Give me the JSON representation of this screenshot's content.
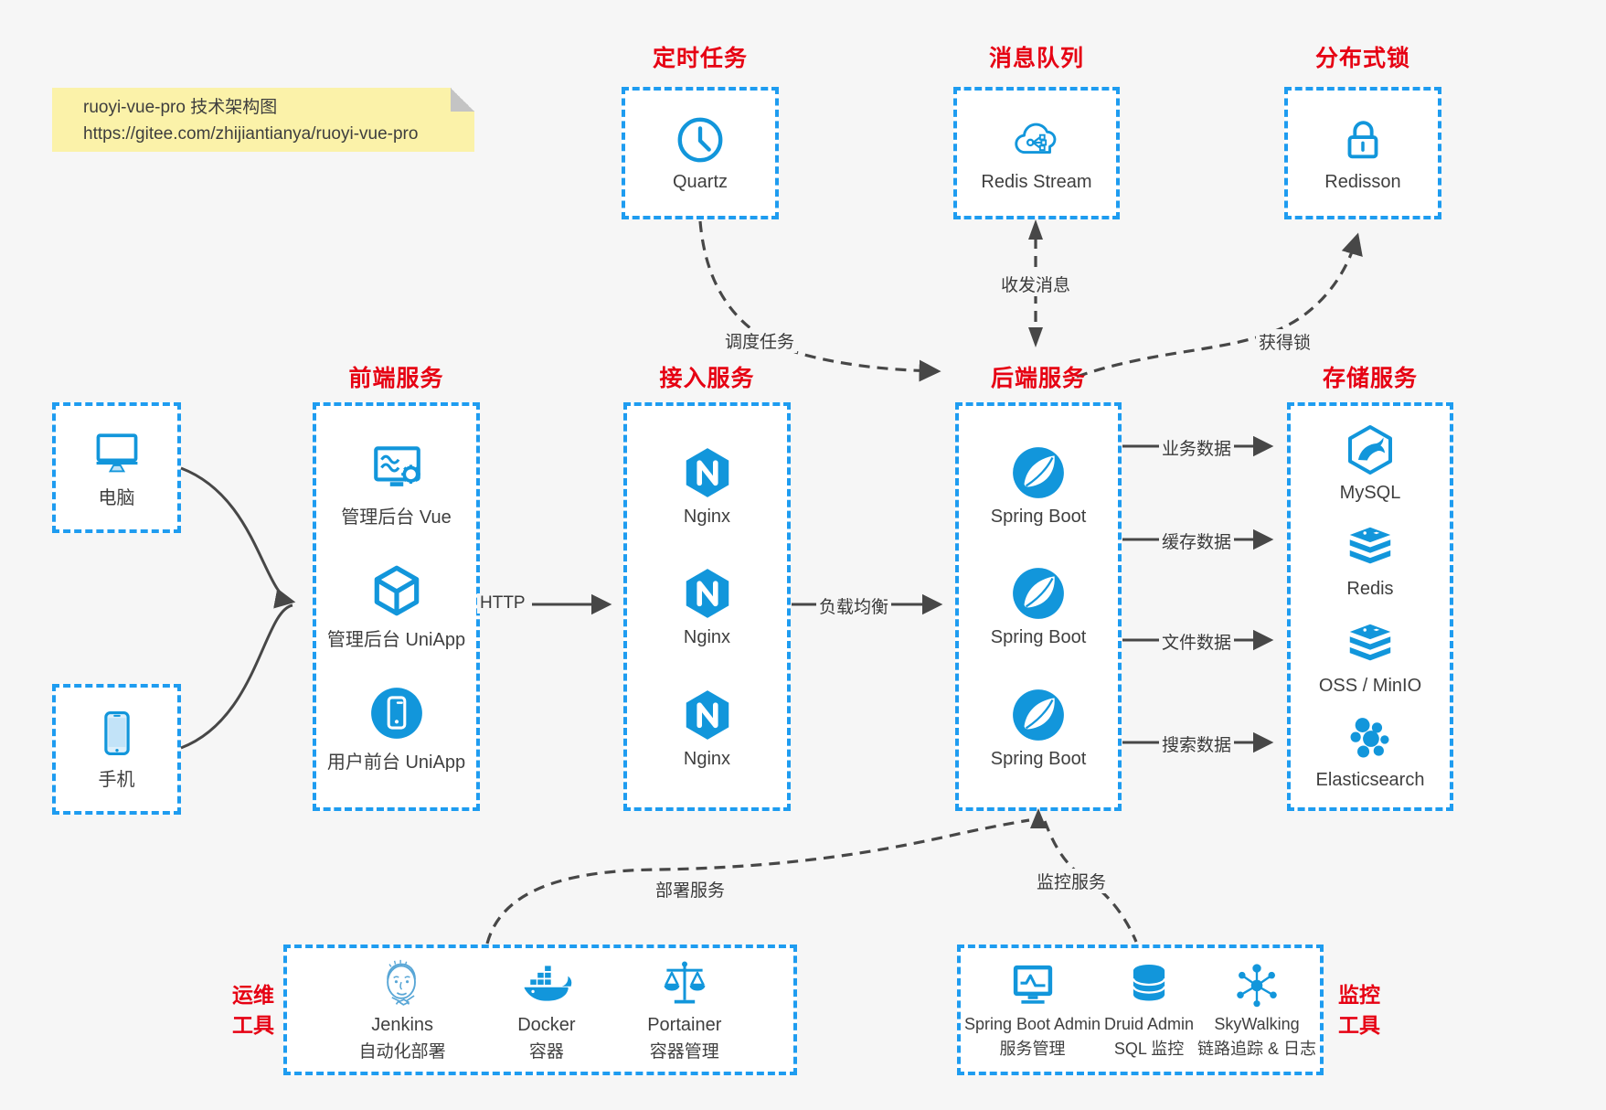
{
  "note": {
    "line1": "ruoyi-vue-pro 技术架构图",
    "line2": "https://gitee.com/zhijiantianya/ruoyi-vue-pro"
  },
  "colors": {
    "icon_blue": "#1296db",
    "border_blue": "#1e9cf0",
    "title_red": "#e60113",
    "arrow_gray": "#474747",
    "background": "#f6f6f6",
    "note_yellow": "#fbf2a9"
  },
  "top_groups": [
    {
      "title": "定时任务",
      "icon": "clock-icon",
      "label": "Quartz"
    },
    {
      "title": "消息队列",
      "icon": "cloud-stream-icon",
      "label": "Redis Stream"
    },
    {
      "title": "分布式锁",
      "icon": "lock-icon",
      "label": "Redisson"
    }
  ],
  "clients": [
    {
      "icon": "desktop-icon",
      "label": "电脑"
    },
    {
      "icon": "smartphone-icon",
      "label": "手机"
    }
  ],
  "columns": [
    {
      "title": "前端服务",
      "items": [
        {
          "icon": "admin-vue-icon",
          "label": "管理后台 Vue"
        },
        {
          "icon": "cube-icon",
          "label": "管理后台 UniApp"
        },
        {
          "icon": "phone-circle-icon",
          "label": "用户前台 UniApp"
        }
      ]
    },
    {
      "title": "接入服务",
      "items": [
        {
          "icon": "nginx-icon",
          "label": "Nginx"
        },
        {
          "icon": "nginx-icon",
          "label": "Nginx"
        },
        {
          "icon": "nginx-icon",
          "label": "Nginx"
        }
      ]
    },
    {
      "title": "后端服务",
      "items": [
        {
          "icon": "spring-icon",
          "label": "Spring Boot"
        },
        {
          "icon": "spring-icon",
          "label": "Spring Boot"
        },
        {
          "icon": "spring-icon",
          "label": "Spring Boot"
        }
      ]
    },
    {
      "title": "存储服务",
      "items": [
        {
          "icon": "mysql-icon",
          "label": "MySQL"
        },
        {
          "icon": "redis-icon",
          "label": "Redis"
        },
        {
          "icon": "storage-stack-icon",
          "label": "OSS / MinIO"
        },
        {
          "icon": "elasticsearch-icon",
          "label": "Elasticsearch"
        }
      ]
    }
  ],
  "bottom_groups": [
    {
      "side_line1": "运维",
      "side_line2": "工具",
      "items": [
        {
          "icon": "jenkins-icon",
          "label": "Jenkins",
          "sublabel": "自动化部署"
        },
        {
          "icon": "docker-icon",
          "label": "Docker",
          "sublabel": "容器"
        },
        {
          "icon": "portainer-icon",
          "label": "Portainer",
          "sublabel": "容器管理"
        }
      ]
    },
    {
      "side_line1": "监控",
      "side_line2": "工具",
      "items": [
        {
          "icon": "sba-icon",
          "label": "Spring Boot Admin",
          "sublabel": "服务管理"
        },
        {
          "icon": "druid-icon",
          "label": "Druid Admin",
          "sublabel": "SQL 监控"
        },
        {
          "icon": "skywalking-icon",
          "label": "SkyWalking",
          "sublabel": "链路追踪 & 日志"
        }
      ]
    }
  ],
  "edge_labels": {
    "schedule": "调度任务",
    "mq": "收发消息",
    "lock": "获得锁",
    "http": "HTTP",
    "load_balance": "负载均衡",
    "business_data": "业务数据",
    "cache_data": "缓存数据",
    "file_data": "文件数据",
    "search_data": "搜索数据",
    "deploy": "部署服务",
    "monitor": "监控服务"
  }
}
